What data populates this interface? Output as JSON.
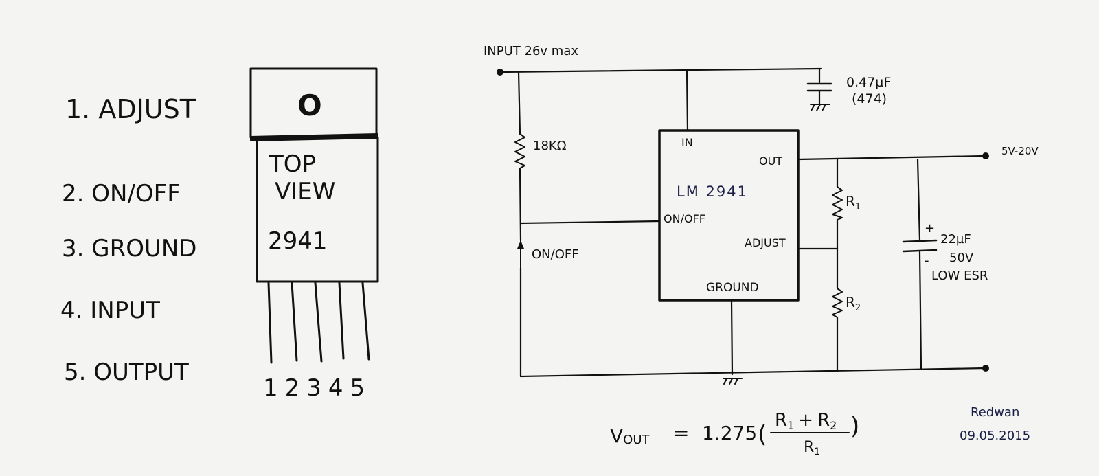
{
  "pinout": {
    "pins": [
      {
        "label": "1. ADJUST"
      },
      {
        "label": "2. ON/OFF"
      },
      {
        "label": "3. GROUND"
      },
      {
        "label": "4. INPUT"
      },
      {
        "label": "5. OUTPUT"
      }
    ],
    "package": {
      "tab_hole": "O",
      "view_line1": "TOP",
      "view_line2": "VIEW",
      "part": "2941",
      "pin_numbers": "12345"
    }
  },
  "schematic": {
    "input_label": "INPUT 26v max",
    "cap_in_value": "0.47µF",
    "cap_in_code": "(474)",
    "resistor_pullup": "18KΩ",
    "switch_label": "ON/OFF",
    "ic": {
      "name": "LM 2941",
      "pin_in": "IN",
      "pin_out": "OUT",
      "pin_onoff": "ON/OFF",
      "pin_adjust": "ADJUST",
      "pin_ground": "GROUND"
    },
    "output_label": "5V-20V",
    "r1": "R",
    "r1_sub": "1",
    "r2": "R",
    "r2_sub": "2",
    "cap_out": {
      "plus": "+",
      "minus": "-",
      "value": "22µF",
      "voltage": "50V",
      "type": "LOW ESR"
    }
  },
  "formula": {
    "lhs": "V",
    "lhs_sub": "OUT",
    "equals": "=",
    "coef": "1.275",
    "open": "(",
    "num_r1": "R",
    "num_r1_sub": "1",
    "num_plus": "+",
    "num_r2": "R",
    "num_r2_sub": "2",
    "den_r": "R",
    "den_sub": "1",
    "close": ")"
  },
  "signature": {
    "author": "Redwan",
    "date": "09.05.2015"
  }
}
